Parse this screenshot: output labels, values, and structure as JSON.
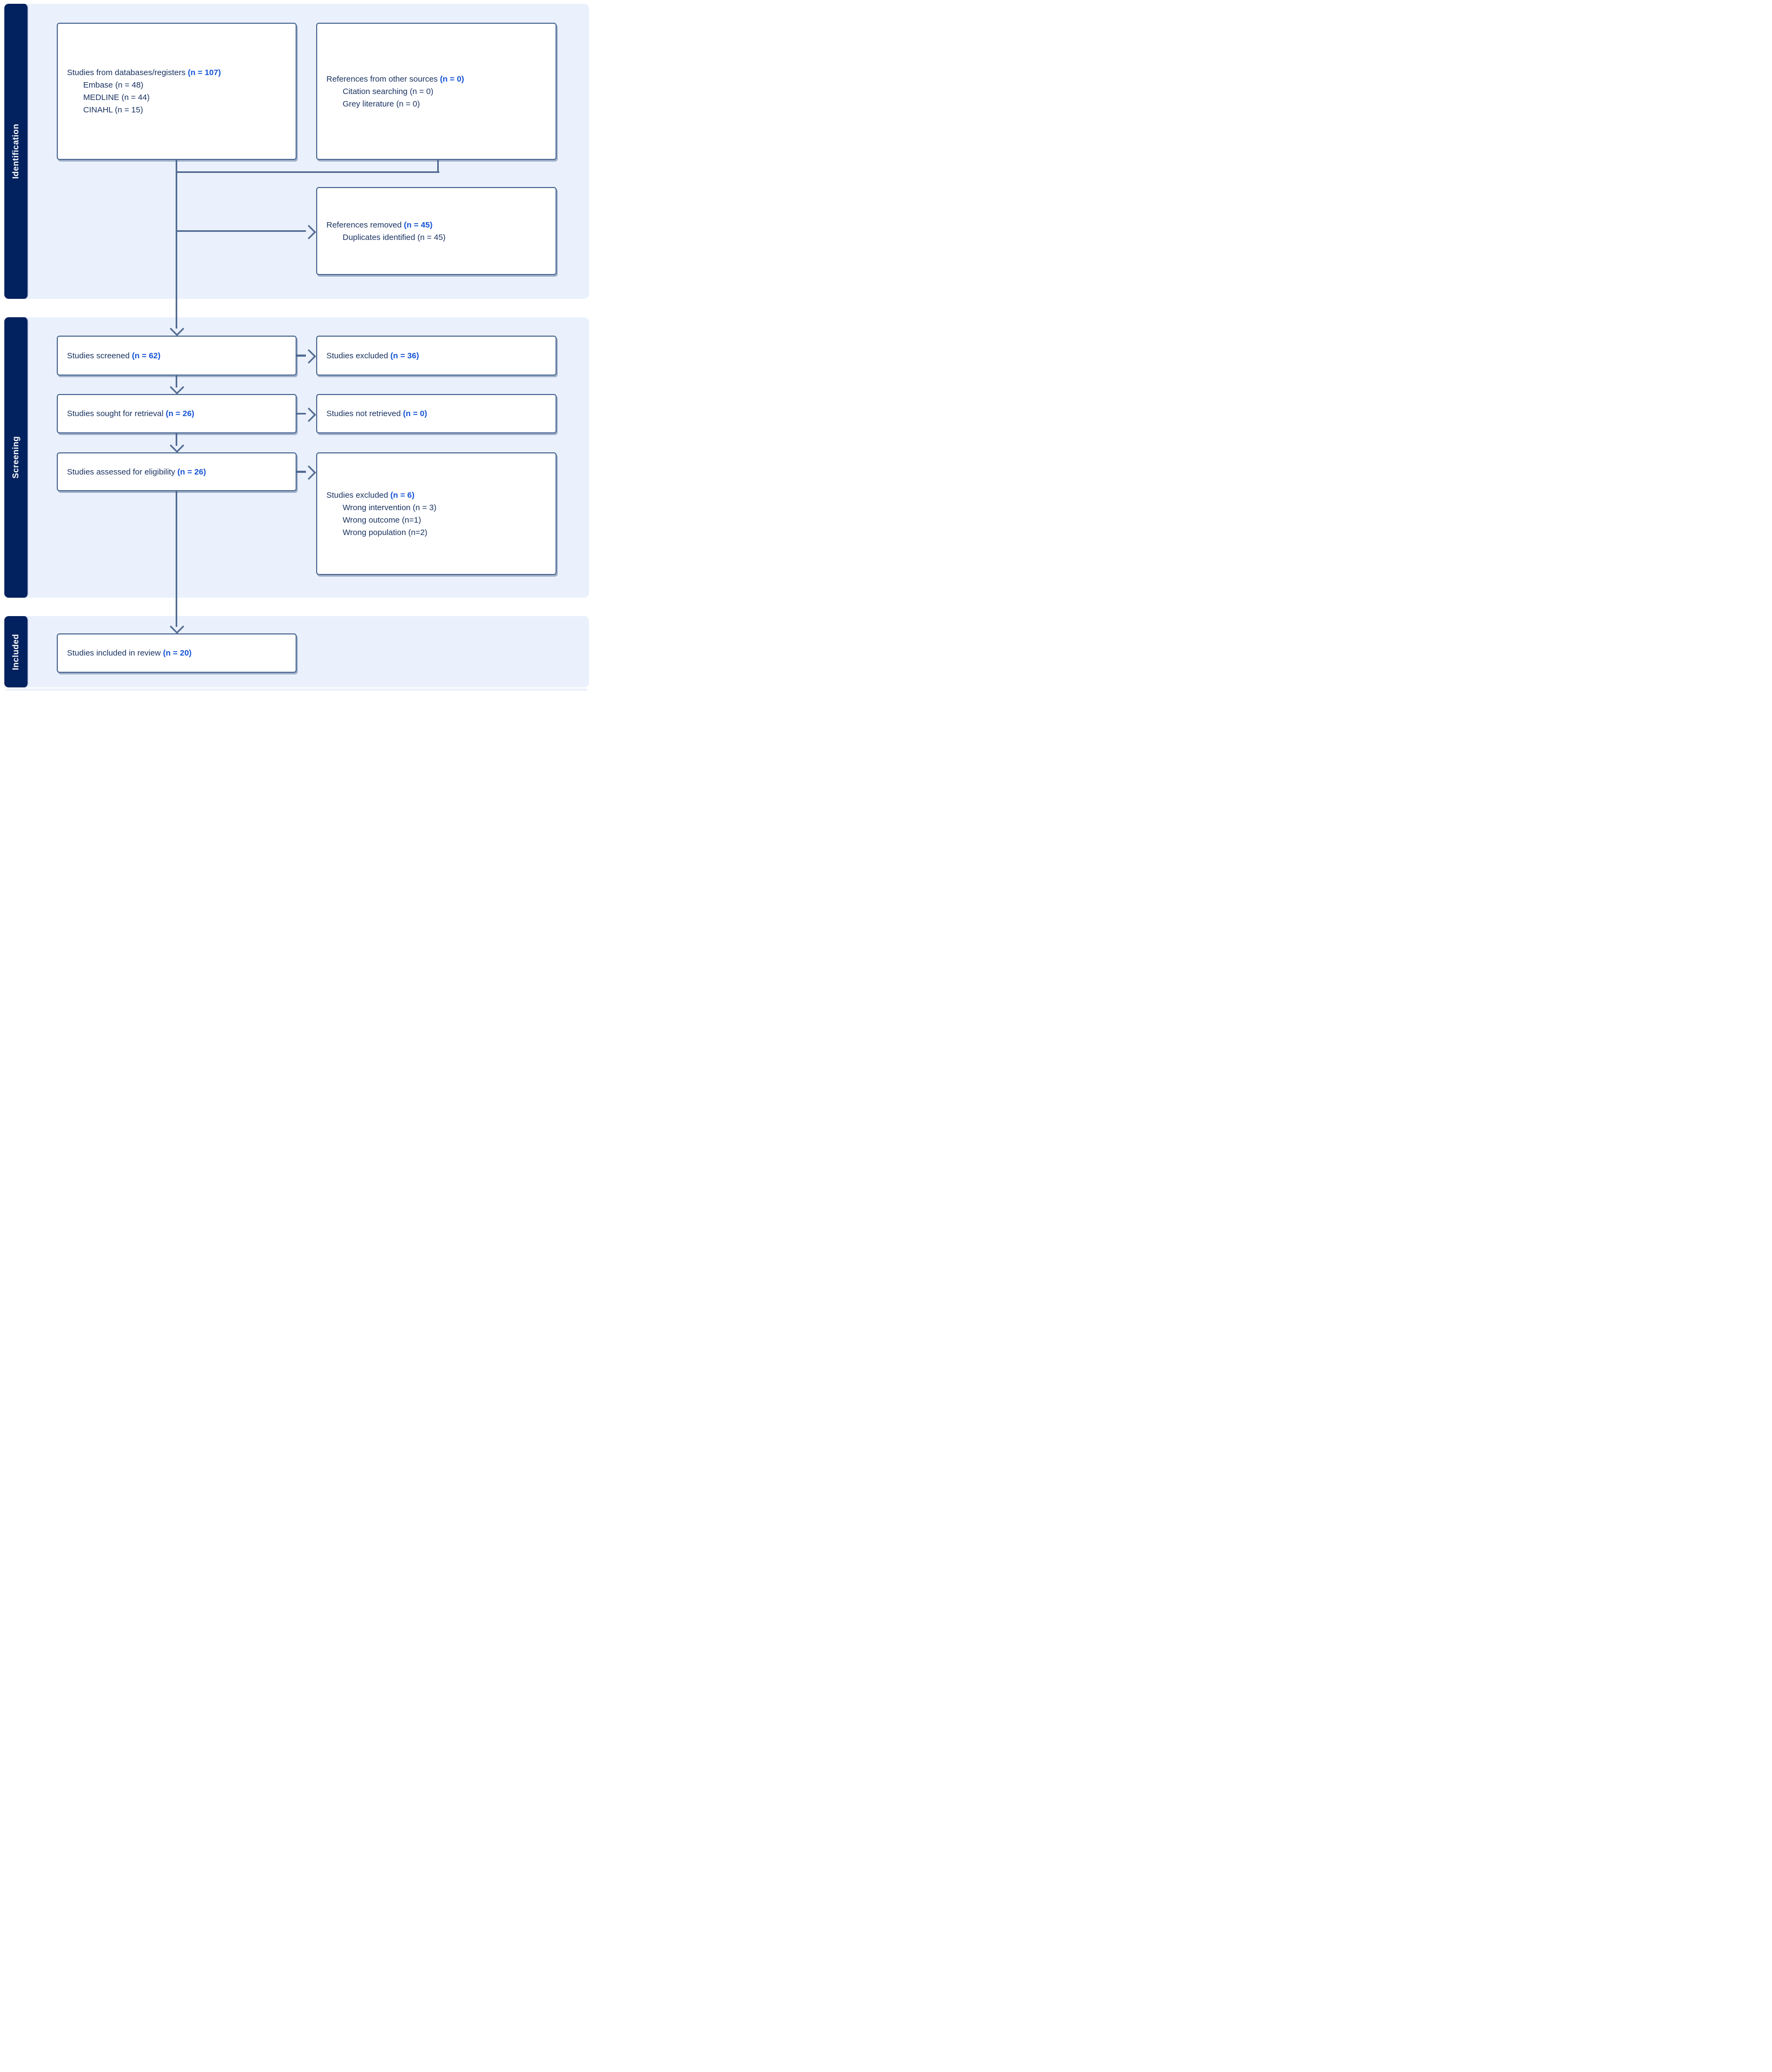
{
  "palette": {
    "stage_bar_bg": "#02215f",
    "stage_plate_bg": "#eaf1fc",
    "box_border": "#4e6a94",
    "box_bg": "#ffffff",
    "text_dark_navy": "#17305f",
    "count_accent_blue": "#1453d5",
    "connector": "#546c93"
  },
  "stages": [
    {
      "label": "Identification"
    },
    {
      "label": "Screening"
    },
    {
      "label": "Included"
    }
  ],
  "boxes": {
    "databases": {
      "title": "Studies from databases/registers ",
      "count": "(n = 107)",
      "items": [
        "Embase (n = 48)",
        "MEDLINE (n = 44)",
        "CINAHL (n = 15)"
      ]
    },
    "other_sources": {
      "title": "References from other sources ",
      "count": "(n = 0)",
      "items": [
        "Citation searching (n = 0)",
        "Grey literature (n = 0)"
      ]
    },
    "references_removed": {
      "title": "References removed ",
      "count": "(n = 45)",
      "items": [
        "Duplicates identified (n = 45)"
      ]
    },
    "screened": {
      "title": "Studies screened ",
      "count": "(n = 62)"
    },
    "excluded_screening": {
      "title": "Studies excluded ",
      "count": "(n = 36)"
    },
    "sought": {
      "title": "Studies sought for retrieval ",
      "count": "(n = 26)"
    },
    "not_retrieved": {
      "title": "Studies not retrieved ",
      "count": "(n = 0)"
    },
    "assessed": {
      "title": "Studies assessed for eligibility ",
      "count": "(n = 26)"
    },
    "excluded_eligibility": {
      "title": "Studies excluded ",
      "count": "(n = 6)",
      "items": [
        "Wrong intervention (n = 3)",
        "Wrong outcome (n=1)",
        "Wrong population (n=2)"
      ]
    },
    "included": {
      "title": "Studies included in review ",
      "count": "(n = 20)"
    }
  }
}
